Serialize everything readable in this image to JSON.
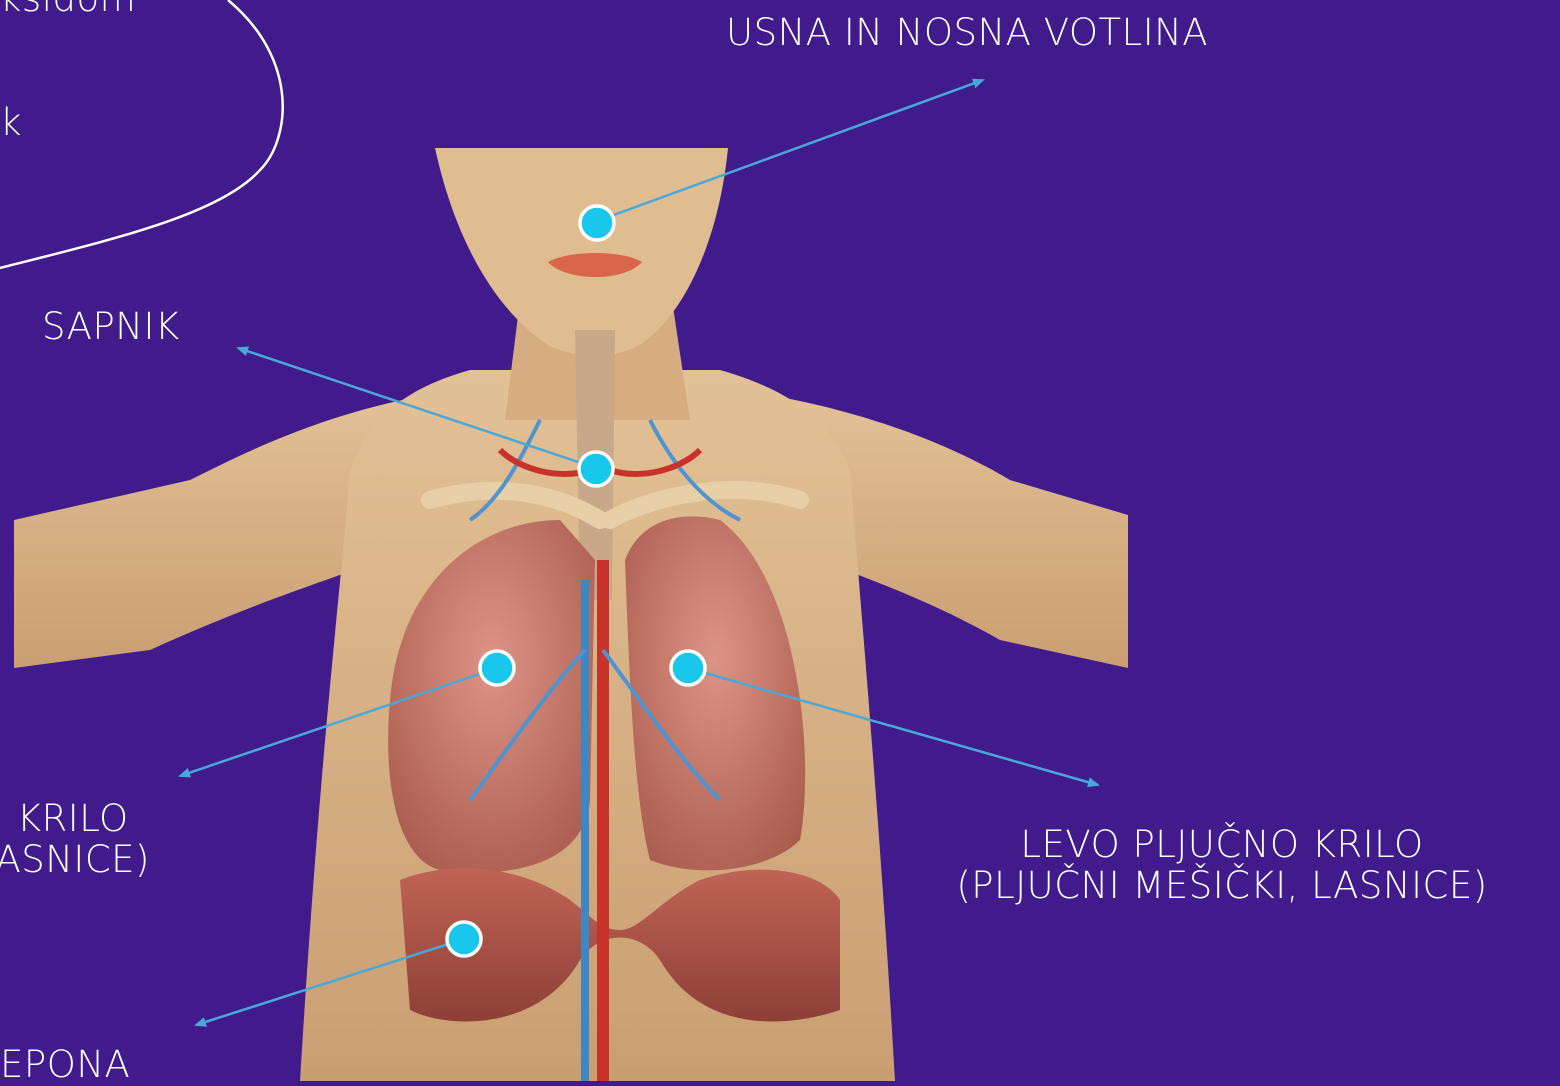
{
  "colors": {
    "background": "#411b8c",
    "arrow": "#4aa8d8",
    "hotspot": "#19c6ec",
    "skin": "#d9b488",
    "lung": "#c7796a",
    "muscle": "#b2574a",
    "artery": "#c8322a",
    "vein": "#3f86c4"
  },
  "labels": {
    "mouth_nose": "USNA IN NOSNA  VOTLINA",
    "larynx": "SAPNIK",
    "right_lung_line1": "KRILO",
    "right_lung_line2": "ASNICE)",
    "left_lung_line1": "LEVO PLJUČNO KRILO",
    "left_lung_line2": "(PLJUČNI MEŠIČKI, LASNICE)",
    "diaphragm": "EPONA",
    "corner_top": "ksidom",
    "corner_k": "k"
  },
  "hotspots": [
    {
      "name": "hotspot-nose",
      "target": "mouth_nose"
    },
    {
      "name": "hotspot-larynx",
      "target": "larynx"
    },
    {
      "name": "hotspot-right-lung",
      "target": "right_lung"
    },
    {
      "name": "hotspot-left-lung",
      "target": "left_lung"
    },
    {
      "name": "hotspot-diaphragm",
      "target": "diaphragm"
    }
  ]
}
